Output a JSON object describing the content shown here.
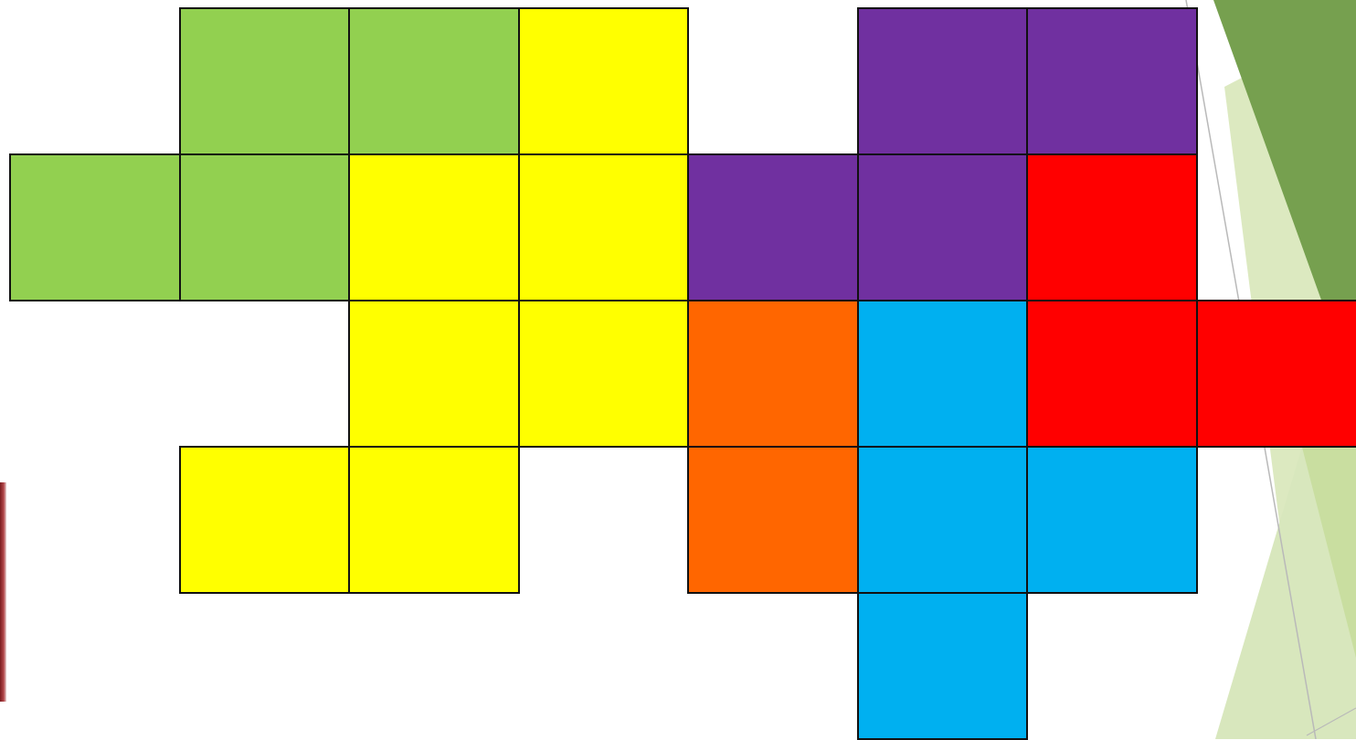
{
  "slide": {
    "background": "#ffffff",
    "accent_colors": [
      "#76a04f",
      "#c9dea0",
      "#dce9c0"
    ]
  },
  "pieces": [
    {
      "name": "green-piece",
      "color": "#92d050",
      "cells": [
        [
          1,
          0
        ],
        [
          2,
          0
        ],
        [
          0,
          1
        ],
        [
          1,
          1
        ]
      ]
    },
    {
      "name": "yellow-piece",
      "color": "#ffff00",
      "cells": [
        [
          3,
          0
        ],
        [
          2,
          1
        ],
        [
          3,
          1
        ],
        [
          2,
          2
        ],
        [
          3,
          2
        ],
        [
          1,
          3
        ],
        [
          2,
          3
        ]
      ]
    },
    {
      "name": "purple-piece",
      "color": "#7030a0",
      "cells": [
        [
          5,
          0
        ],
        [
          6,
          0
        ],
        [
          4,
          1
        ],
        [
          5,
          1
        ]
      ]
    },
    {
      "name": "red-piece",
      "color": "#ff0000",
      "cells": [
        [
          6,
          1
        ],
        [
          6,
          2
        ],
        [
          7,
          2
        ]
      ]
    },
    {
      "name": "orange-piece",
      "color": "#ff6600",
      "cells": [
        [
          4,
          2
        ],
        [
          4,
          3
        ]
      ]
    },
    {
      "name": "blue-piece",
      "color": "#00b0f0",
      "cells": [
        [
          5,
          2
        ],
        [
          5,
          3
        ],
        [
          6,
          3
        ],
        [
          5,
          4
        ]
      ]
    }
  ]
}
